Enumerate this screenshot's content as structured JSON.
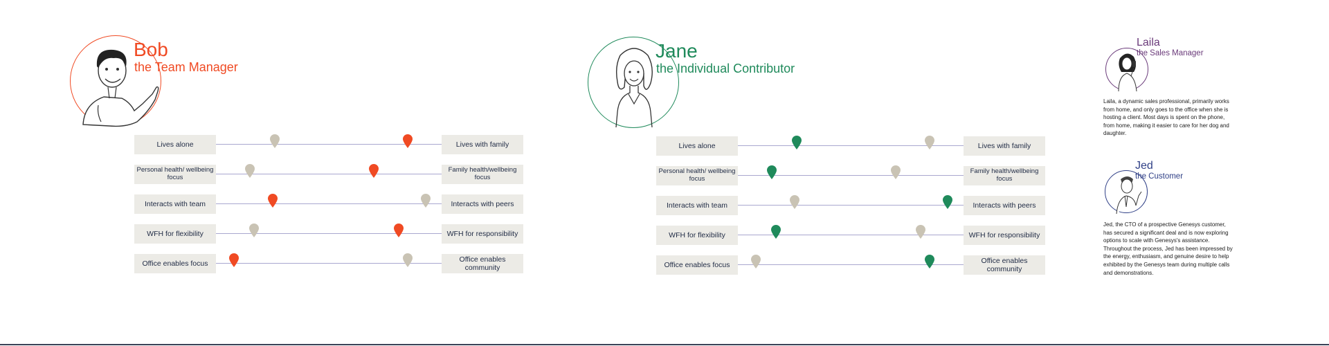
{
  "colors": {
    "bob": "#f04a23",
    "jane": "#1f8a5b",
    "laila": "#6a3a7a",
    "jed": "#2f3f86",
    "neutral_pin": "#c9c3b4",
    "track": "#a9a7cf",
    "label_bg": "#ecebe6"
  },
  "personas": {
    "bob": {
      "name": "Bob",
      "role": "the Team Manager",
      "avatar_icon": "man-waving-illustration",
      "scales": [
        {
          "left": "Lives alone",
          "right": "Lives with family",
          "persona_value": 0.85,
          "other_value": 0.26
        },
        {
          "left": "Personal health/ wellbeing focus",
          "right": "Family health/wellbeing focus",
          "persona_value": 0.7,
          "other_value": 0.15
        },
        {
          "left": "Interacts with team",
          "right": "Interacts with peers",
          "persona_value": 0.25,
          "other_value": 0.93
        },
        {
          "left": "WFH for flexibility",
          "right": "WFH for responsibility",
          "persona_value": 0.81,
          "other_value": 0.17
        },
        {
          "left": "Office enables focus",
          "right": "Office enables community",
          "persona_value": 0.08,
          "other_value": 0.85
        }
      ]
    },
    "jane": {
      "name": "Jane",
      "role": "the Individual Contributor",
      "avatar_icon": "woman-illustration",
      "scales": [
        {
          "left": "Lives alone",
          "right": "Lives with family",
          "persona_value": 0.26,
          "other_value": 0.85
        },
        {
          "left": "Personal health/ wellbeing focus",
          "right": "Family health/wellbeing focus",
          "persona_value": 0.15,
          "other_value": 0.7
        },
        {
          "left": "Interacts with team",
          "right": "Interacts with peers",
          "persona_value": 0.93,
          "other_value": 0.25
        },
        {
          "left": "WFH for flexibility",
          "right": "WFH for responsibility",
          "persona_value": 0.17,
          "other_value": 0.81
        },
        {
          "left": "Office enables focus",
          "right": "Office enables community",
          "persona_value": 0.85,
          "other_value": 0.08
        }
      ]
    },
    "laila": {
      "name": "Laila",
      "role": "the Sales Manager",
      "avatar_icon": "woman-with-phone-illustration",
      "description": "Laila, a dynamic sales professional, primarily works from home, and only goes to the office when she is hosting a client. Most days is spent on the phone, from home, making it easier to care for her dog and daughter."
    },
    "jed": {
      "name": "Jed",
      "role": "the Customer",
      "avatar_icon": "man-pointing-illustration",
      "description": "Jed, the CTO of a prospective Genesys customer, has secured a significant deal and is now exploring options to scale with Genesys's assistance. Throughout the process, Jed has been impressed by the energy, enthusiasm, and genuine desire to help exhibited by the Genesys team during multiple calls and demonstrations."
    }
  }
}
